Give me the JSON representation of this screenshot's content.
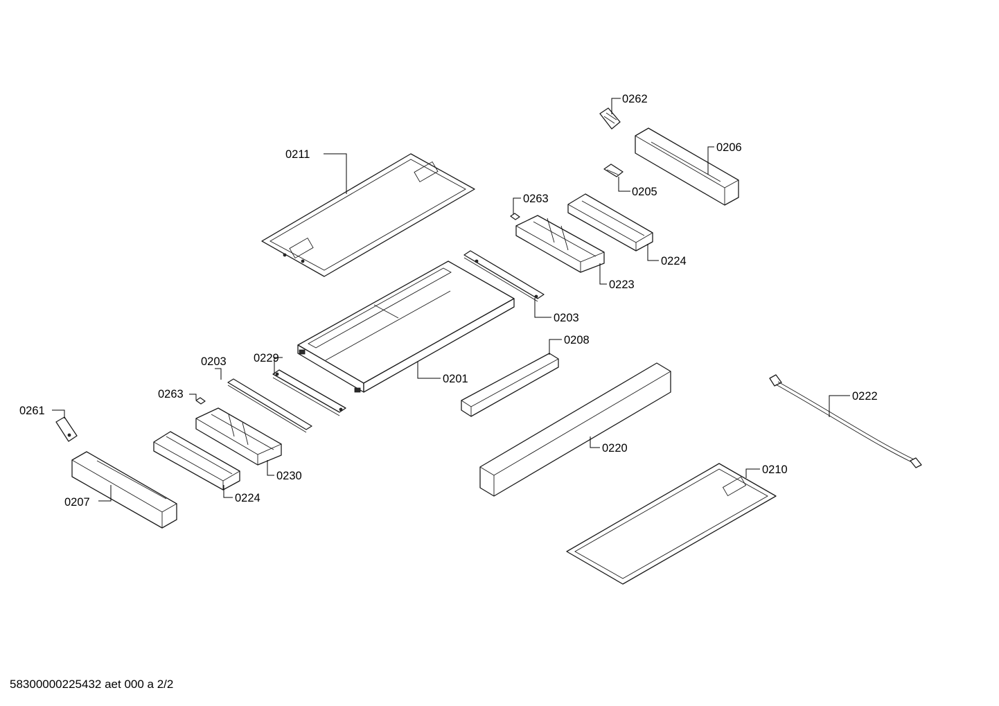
{
  "labels": {
    "p0262": "0262",
    "p0206": "0206",
    "p0211": "0211",
    "p0205": "0205",
    "p0263a": "0263",
    "p0224a": "0224",
    "p0223": "0223",
    "p0203a": "0203",
    "p0208": "0208",
    "p0201": "0201",
    "p0229": "0229",
    "p0203b": "0203",
    "p0263b": "0263",
    "p0261": "0261",
    "p0230": "0230",
    "p0224b": "0224",
    "p0207": "0207",
    "p0220": "0220",
    "p0222": "0222",
    "p0210": "0210"
  },
  "footer": "58300000225432 aet 000 a 2/2"
}
